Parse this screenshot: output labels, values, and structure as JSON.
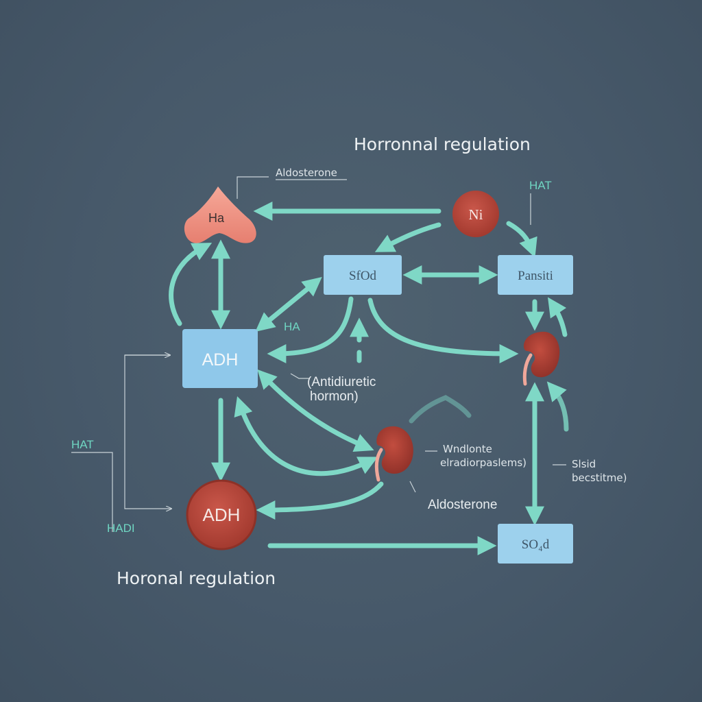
{
  "title_top": "Horronnal regulation",
  "title_bottom": "Horonal regulation",
  "nodes": {
    "gland": "Ha",
    "ni_circle": "Ni",
    "sfod_box": "SfOd",
    "pansiti_box": "Pansiti",
    "adh_box": "ADH",
    "adh_circle": "ADH",
    "sod_box": "SO₄d"
  },
  "labels": {
    "aldosterone_top": "Aldosterone",
    "hat_top_right": "HAT",
    "ha_mid": "HA",
    "antidiuretic_line1": "(Antidiuretic",
    "antidiuretic_line2": "hormon)",
    "hat_left": "HAT",
    "hadi_left": "HADI",
    "wndlonte_line1": "Wndlonte",
    "wndlonte_line2": "elradiorpaslems)",
    "aldosterone_bottom": "Aldosterone",
    "slsid_line1": "Slsid",
    "slsid_line2": "becstitme)"
  },
  "colors": {
    "background": "#47596a",
    "arrow": "#7fd8c6",
    "box_fill": "#9cd0ec",
    "circle_fill": "#b9473a",
    "gland_fill": "#ef9484",
    "kidney_fill": "#a8392f"
  }
}
